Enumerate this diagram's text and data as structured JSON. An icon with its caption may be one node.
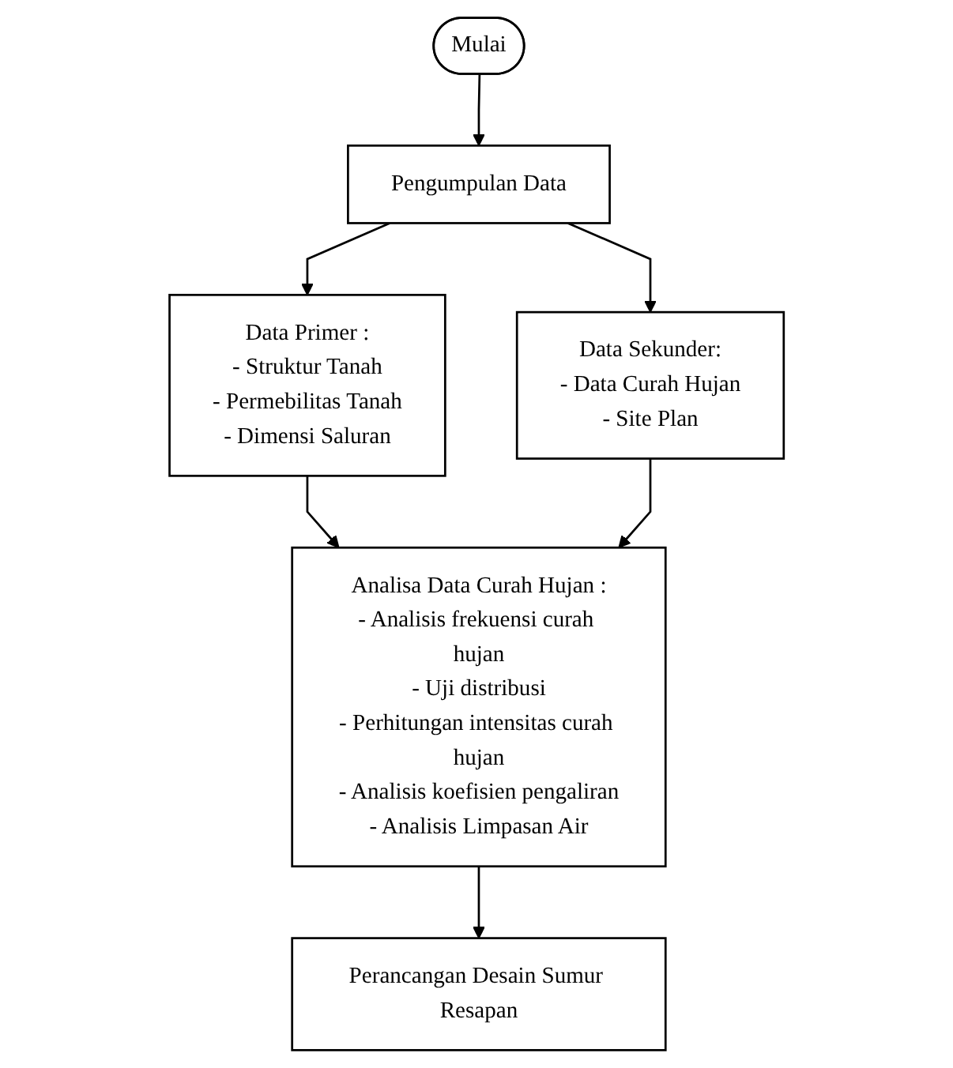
{
  "diagram": {
    "nodes": [
      {
        "text": [
          "Mulai"
        ]
      },
      {
        "text": [
          "Pengumpulan Data"
        ]
      },
      {
        "text": [
          "Data Primer :",
          "- Struktur Tanah",
          "- Permebilitas Tanah",
          "- Dimensi Saluran"
        ]
      },
      {
        "text": [
          "Data Sekunder:",
          "- Data Curah Hujan",
          "- Site Plan"
        ]
      },
      {
        "text": [
          "Analisa Data Curah Hujan :",
          "- Analisis frekuensi curah hujan",
          "- Uji distribusi",
          "- Perhitungan intensitas curah hujan",
          "- Analisis koefisien pengaliran",
          "- Analisis Limpasan Air"
        ]
      },
      {
        "text": [
          "Perancangan Desain Sumur Resapan"
        ]
      }
    ],
    "edges": [
      {
        "from": 0,
        "to": 1,
        "arrow": "to"
      },
      {
        "from": 1,
        "to": 2,
        "arrow": "to"
      },
      {
        "from": 1,
        "to": 3,
        "arrow": "to"
      },
      {
        "from": 2,
        "to": 4,
        "arrow": "to"
      },
      {
        "from": 3,
        "to": 4,
        "arrow": "to"
      },
      {
        "from": 4,
        "to": 5,
        "arrow": "to"
      }
    ]
  }
}
